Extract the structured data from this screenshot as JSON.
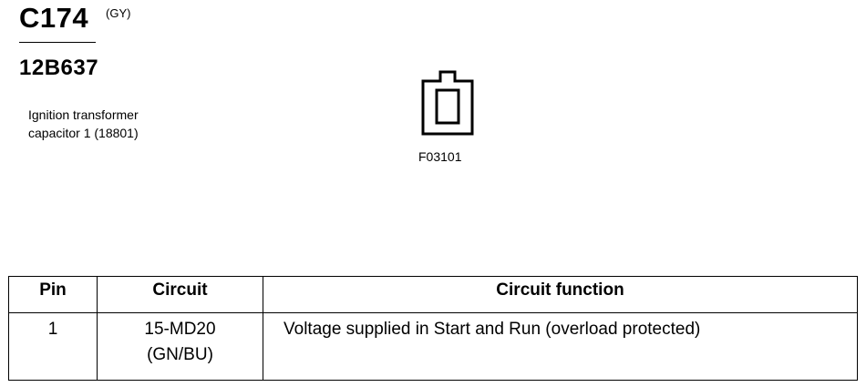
{
  "header": {
    "connector_id": "C174",
    "connector_color": "(GY)",
    "part_number": "12B637",
    "description_line1": "Ignition transformer",
    "description_line2": "capacitor 1 (18801)"
  },
  "figure": {
    "code": "F03101",
    "icon": "connector-face-icon"
  },
  "pin_table": {
    "headers": [
      "Pin",
      "Circuit",
      "Circuit function"
    ],
    "rows": [
      {
        "pin": "1",
        "circuit_line1": "15-MD20",
        "circuit_line2": "(GN/BU)",
        "function": "Voltage supplied in Start and Run (overload protected)"
      }
    ]
  }
}
